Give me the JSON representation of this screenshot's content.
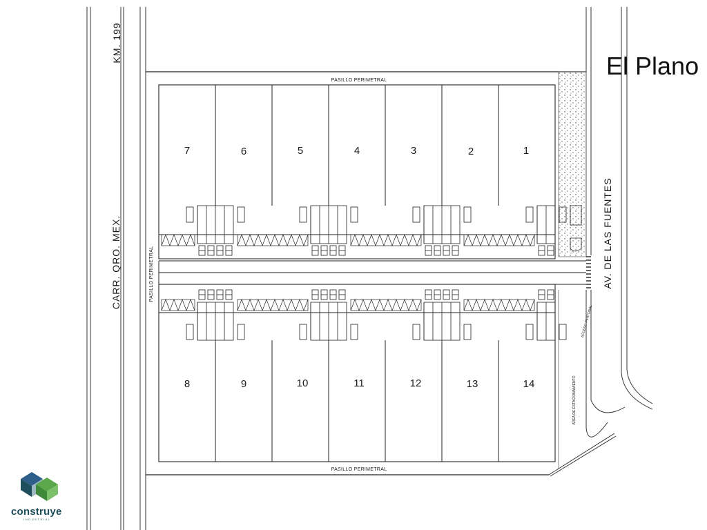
{
  "title": "El Plano",
  "roads": {
    "highway": "CARR. QRO. MEX.",
    "km": "KM. 199",
    "avenue": "AV. DE LAS FUENTES"
  },
  "aisles": {
    "top": "PASILLO PERIMETRAL",
    "bottom": "PASILLO PERIMETRAL",
    "left": "PASILLO PERIMETRAL"
  },
  "zones": {
    "parking": "AREA DE ESTACIONAMIENTO",
    "access": "ACCESO PEATONAL"
  },
  "lots_top": [
    "7",
    "6",
    "5",
    "4",
    "3",
    "2",
    "1"
  ],
  "lots_bottom": [
    "8",
    "9",
    "10",
    "11",
    "12",
    "13",
    "14"
  ],
  "brand": {
    "name": "construye",
    "tagline": "INDUSTRIAL",
    "colors": {
      "dark": "#1f4e5c",
      "green": "#5aa84a",
      "blue": "#2d5f8a",
      "light": "#9fb7c4"
    }
  }
}
